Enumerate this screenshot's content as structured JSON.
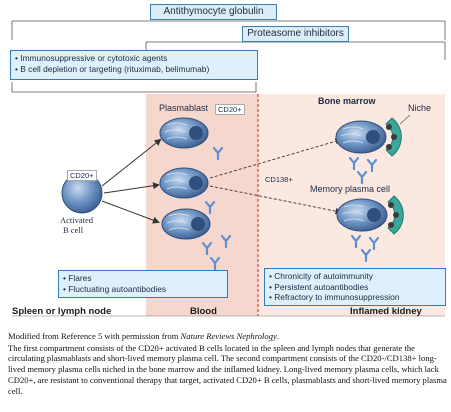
{
  "top_bars": {
    "antithymocyte": "Antithymocyte globulin",
    "proteasome": "Proteasome inhibitors"
  },
  "therapy_box": {
    "lines": [
      "• Immunosuppressive or cytotoxic agents",
      "• B cell depletion or targeting (rituximab, belimumab)"
    ]
  },
  "cells": {
    "activated_b": {
      "marker": "CD20+",
      "name_line1": "Activated",
      "name_line2": "B cell"
    },
    "plasmablast": {
      "name": "Plasmablast",
      "marker": "CD20+"
    },
    "bone_marrow": "Bone marrow",
    "niche": "Niche",
    "cd138": "CD138+",
    "memory_plasma": "Memory plasma cell"
  },
  "blood_box": {
    "lines": [
      "• Flares",
      "• Fluctuating autoantibodies"
    ]
  },
  "kidney_box": {
    "lines": [
      "• Chronicity of autoimmunity",
      "• Persistent autoantibodies",
      "• Refractory to immunosuppression"
    ]
  },
  "zones": {
    "spleen": "Spleen or lymph node",
    "blood": "Blood",
    "kidney": "Inflamed kidney"
  },
  "colors": {
    "blood_bg": "#f6d7cd",
    "kidney_bg": "#fbe8e1",
    "cell_blue": "#5d86b8",
    "niche_green": "#3aa79a",
    "antibody_blue": "#5b8fd0",
    "divider_red": "#d9423a"
  },
  "caption": {
    "source_prefix": "Modified from Reference 5 with permission from ",
    "source_journal": "Nature Reviews Nephrology",
    "source_suffix": ".",
    "body": "The first compartment consists of the CD20+ activated B cells located in the spleen and lymph nodes that generate the circulating plasmablasts and short-lived memory plasma cell. The second compartment consists of the CD20-/CD138+ long-lived memory plasma cells niched in the bone marrow and the inflamed kidney. Long-lived memory plasma cells, which lack CD20+, are resistant to conventional therapy that target, activated CD20+ B cells, plasmablasts and short-lived memory plasma cell."
  }
}
